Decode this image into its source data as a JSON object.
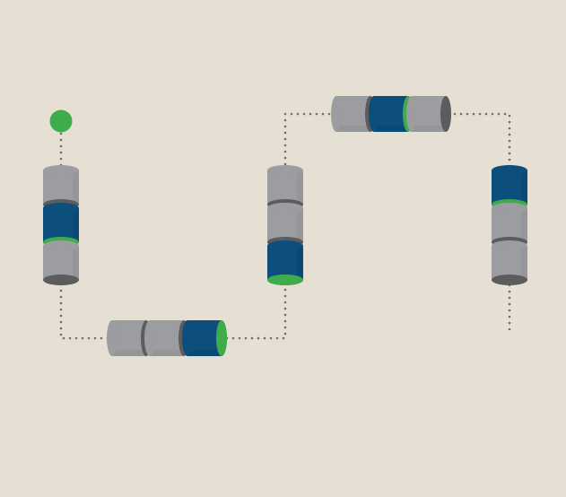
{
  "colors": {
    "background": "#e6e0d4",
    "path_dots": "#6f6f66",
    "start_node": "#3fac4c",
    "cylinder_gray": "#9c9da0",
    "cylinder_gray_shadow": "#8e8f92",
    "cylinder_end_dark": "#5c5c5e",
    "cylinder_blue": "#0c4f7c",
    "cylinder_blue_shadow": "#0a4670",
    "cylinder_green": "#3fac4c"
  },
  "icons": {
    "start_node": "start-node-icon",
    "segment": "dna-segment-icon"
  },
  "segments": [
    {
      "orientation": "vertical",
      "units": [
        "gray",
        "blue",
        "gray"
      ]
    },
    {
      "orientation": "horizontal",
      "units": [
        "gray",
        "gray",
        "blue"
      ]
    },
    {
      "orientation": "vertical",
      "units": [
        "gray",
        "gray",
        "blue"
      ]
    },
    {
      "orientation": "horizontal",
      "units": [
        "gray",
        "blue",
        "gray"
      ]
    },
    {
      "orientation": "vertical",
      "units": [
        "blue",
        "gray",
        "gray"
      ]
    }
  ]
}
